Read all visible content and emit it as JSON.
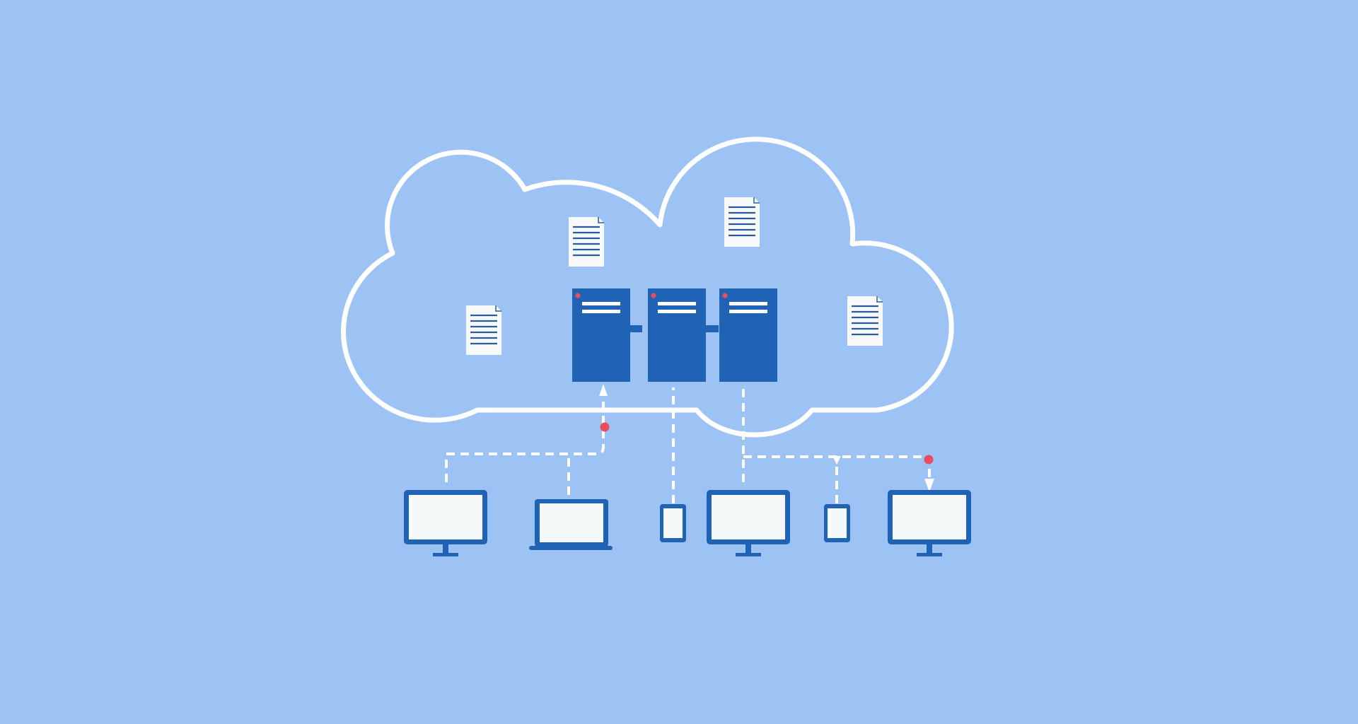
{
  "colors": {
    "background": "#9dc3f5",
    "cloud_outline": "#ffffff",
    "server": "#2062b4",
    "device_frame": "#2062b4",
    "device_screen": "#f5f8f9",
    "document_paper": "#f7f9fb",
    "document_lines": "#2a5d9c",
    "connector": "#ffffff",
    "signal_dot": "#ef4b5e"
  },
  "icons": {
    "cloud": "cloud-outline-icon",
    "server": "server-rack-icon",
    "document": "document-icon",
    "desktop": "desktop-monitor-icon",
    "laptop": "laptop-icon",
    "phone": "smartphone-icon",
    "signal": "signal-dot-icon",
    "arrow": "arrow-head-icon"
  },
  "servers": [
    {
      "status_light": true
    },
    {
      "status_light": true
    },
    {
      "status_light": true
    }
  ],
  "documents": [
    {
      "lines": 6
    },
    {
      "lines": 6
    },
    {
      "lines": 6
    },
    {
      "lines": 6
    }
  ],
  "devices": [
    {
      "type": "desktop"
    },
    {
      "type": "laptop"
    },
    {
      "type": "phone"
    },
    {
      "type": "desktop"
    },
    {
      "type": "phone"
    },
    {
      "type": "desktop"
    }
  ]
}
